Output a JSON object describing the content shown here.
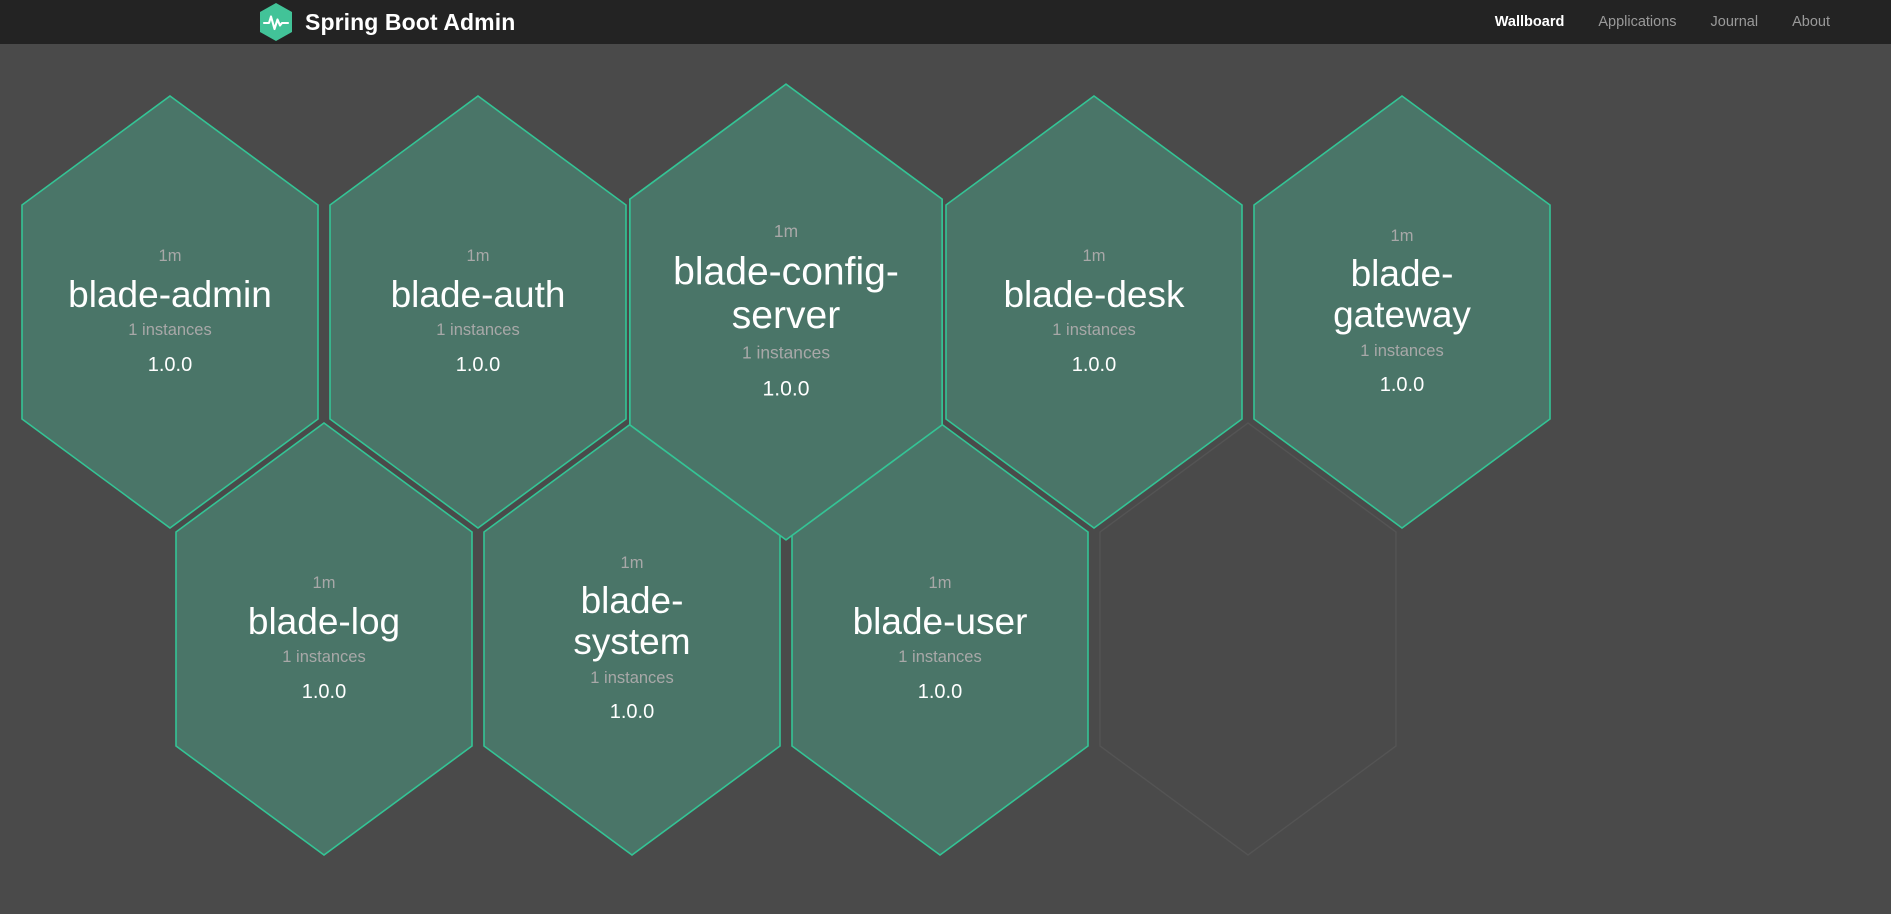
{
  "header": {
    "logo_icon": "spring-boot-admin-hexagon-pulse-logo",
    "title": "Spring Boot Admin",
    "nav": [
      {
        "label": "Wallboard",
        "active": true
      },
      {
        "label": "Applications",
        "active": false
      },
      {
        "label": "Journal",
        "active": false
      },
      {
        "label": "About",
        "active": false
      }
    ]
  },
  "theme": {
    "navbar_bg": "#232323",
    "page_bg": "#4a4a4a",
    "hex_fill": "#4a7568",
    "hex_stroke": "#34c495",
    "empty_hex_stroke": "#545454",
    "text_primary": "#ffffff",
    "text_muted": "#a8a8a8"
  },
  "wallboard": {
    "applications": [
      {
        "name": "blade-admin",
        "uptime": "1m",
        "instances": "1 instances",
        "version": "1.0.0",
        "status": "up",
        "row": 1,
        "col": 1,
        "scaled": false
      },
      {
        "name": "blade-auth",
        "uptime": "1m",
        "instances": "1 instances",
        "version": "1.0.0",
        "status": "up",
        "row": 1,
        "col": 2,
        "scaled": false
      },
      {
        "name": "blade-config-server",
        "uptime": "1m",
        "instances": "1 instances",
        "version": "1.0.0",
        "status": "up",
        "row": 1,
        "col": 3,
        "scaled": true
      },
      {
        "name": "blade-desk",
        "uptime": "1m",
        "instances": "1 instances",
        "version": "1.0.0",
        "status": "up",
        "row": 1,
        "col": 4,
        "scaled": false
      },
      {
        "name": "blade-gateway",
        "uptime": "1m",
        "instances": "1 instances",
        "version": "1.0.0",
        "status": "up",
        "row": 1,
        "col": 5,
        "scaled": false
      },
      {
        "name": "blade-log",
        "uptime": "1m",
        "instances": "1 instances",
        "version": "1.0.0",
        "status": "up",
        "row": 2,
        "col": 1,
        "scaled": false
      },
      {
        "name": "blade-system",
        "uptime": "1m",
        "instances": "1 instances",
        "version": "1.0.0",
        "status": "up",
        "row": 2,
        "col": 2,
        "scaled": false
      },
      {
        "name": "blade-user",
        "uptime": "1m",
        "instances": "1 instances",
        "version": "1.0.0",
        "status": "up",
        "row": 2,
        "col": 3,
        "scaled": false
      }
    ],
    "placeholder_count": 1
  }
}
